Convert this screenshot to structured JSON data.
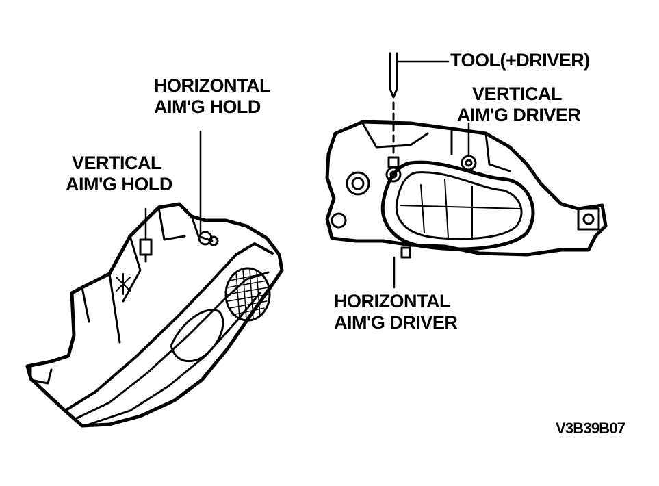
{
  "labels": {
    "horizontal_aim_hold": [
      "HORIZONTAL",
      "AIM'G HOLD"
    ],
    "vertical_aim_hold": [
      "VERTICAL",
      "AIM'G HOLD"
    ],
    "tool": "TOOL(+DRIVER)",
    "vertical_aim_driver": [
      "VERTICAL",
      "AIM'G DRIVER"
    ],
    "horizontal_aim_driver": [
      "HORIZONTAL",
      "AIM'G DRIVER"
    ]
  },
  "figure_code": "V3B39B07"
}
